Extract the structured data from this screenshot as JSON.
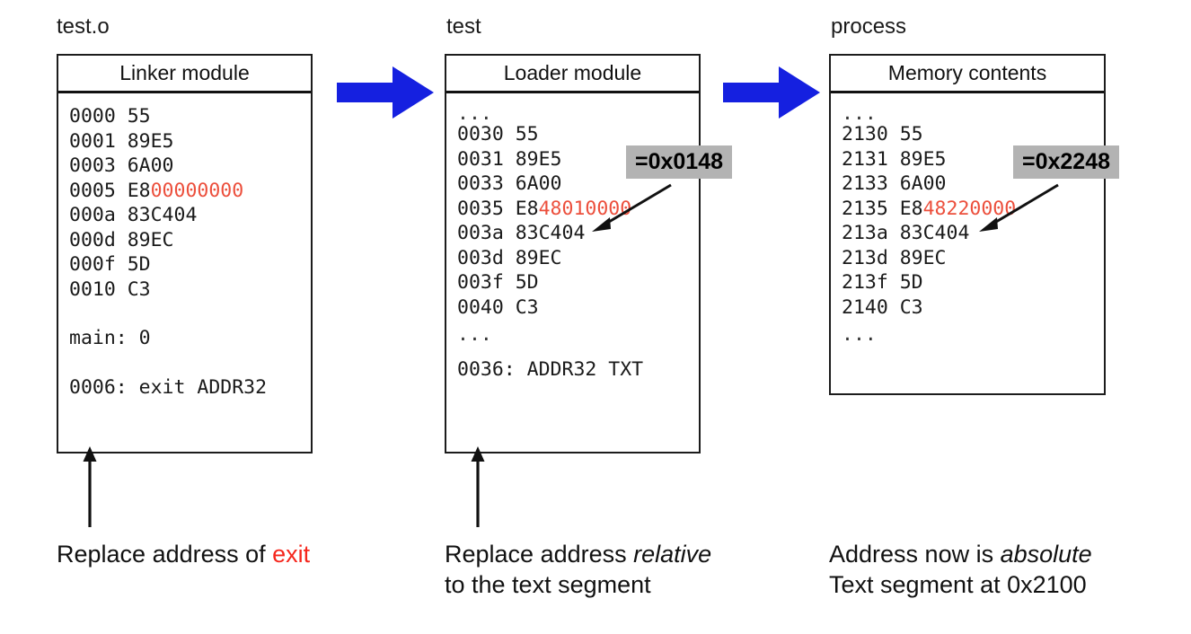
{
  "diagram": {
    "title_semantic": "linking-and-loading-address-relocation",
    "accent_red": "#ec4f3c",
    "accent_blue": "#1520e0",
    "callout_bg": "#b3b3b3"
  },
  "columns": [
    {
      "id": "linker",
      "file_label": "test.o",
      "panel_header": "Linker module",
      "lines": [
        {
          "addr": "0000",
          "bytes": "55",
          "red": ""
        },
        {
          "addr": "0001",
          "bytes": "89E5",
          "red": ""
        },
        {
          "addr": "0003",
          "bytes": "6A00",
          "red": ""
        },
        {
          "addr": "0005",
          "bytes": "E8",
          "red": "00000000"
        },
        {
          "addr": "000a",
          "bytes": "83C404",
          "red": ""
        },
        {
          "addr": "000d",
          "bytes": "89EC",
          "red": ""
        },
        {
          "addr": "000f",
          "bytes": "5D",
          "red": ""
        },
        {
          "addr": "0010",
          "bytes": "C3",
          "red": ""
        }
      ],
      "leading_ellipsis": "",
      "trailing_ellipsis": "",
      "symbol_line": "main: 0",
      "reloc_line": "0006: exit ADDR32",
      "callout": null,
      "caption": {
        "pre": "Replace address of ",
        "red": "exit",
        "post": "",
        "line2": ""
      }
    },
    {
      "id": "loader",
      "file_label": "test",
      "panel_header": "Loader module",
      "lines": [
        {
          "addr": "0030",
          "bytes": "55",
          "red": ""
        },
        {
          "addr": "0031",
          "bytes": "89E5",
          "red": ""
        },
        {
          "addr": "0033",
          "bytes": "6A00",
          "red": ""
        },
        {
          "addr": "0035",
          "bytes": "E8",
          "red": "48010000"
        },
        {
          "addr": "003a",
          "bytes": "83C404",
          "red": ""
        },
        {
          "addr": "003d",
          "bytes": "89EC",
          "red": ""
        },
        {
          "addr": "003f",
          "bytes": "5D",
          "red": ""
        },
        {
          "addr": "0040",
          "bytes": "C3",
          "red": ""
        }
      ],
      "leading_ellipsis": "...",
      "trailing_ellipsis": "...",
      "symbol_line": "",
      "reloc_line": "0036: ADDR32 TXT",
      "callout": "=0x0148",
      "caption": {
        "pre": "Replace address ",
        "ital": "relative",
        "post": "",
        "line2": "to the text segment"
      }
    },
    {
      "id": "process",
      "file_label": "process",
      "panel_header": "Memory contents",
      "lines": [
        {
          "addr": "2130",
          "bytes": "55",
          "red": ""
        },
        {
          "addr": "2131",
          "bytes": "89E5",
          "red": ""
        },
        {
          "addr": "2133",
          "bytes": "6A00",
          "red": ""
        },
        {
          "addr": "2135",
          "bytes": "E8",
          "red": "48220000"
        },
        {
          "addr": "213a",
          "bytes": "83C404",
          "red": ""
        },
        {
          "addr": "213d",
          "bytes": "89EC",
          "red": ""
        },
        {
          "addr": "213f",
          "bytes": "5D",
          "red": ""
        },
        {
          "addr": "2140",
          "bytes": "C3",
          "red": ""
        }
      ],
      "leading_ellipsis": "...",
      "trailing_ellipsis": "...",
      "symbol_line": "",
      "reloc_line": "",
      "callout": "=0x2248",
      "caption": {
        "pre": "Address now is ",
        "ital": "absolute",
        "post": "",
        "line2": "Text segment at 0x2100"
      }
    }
  ]
}
